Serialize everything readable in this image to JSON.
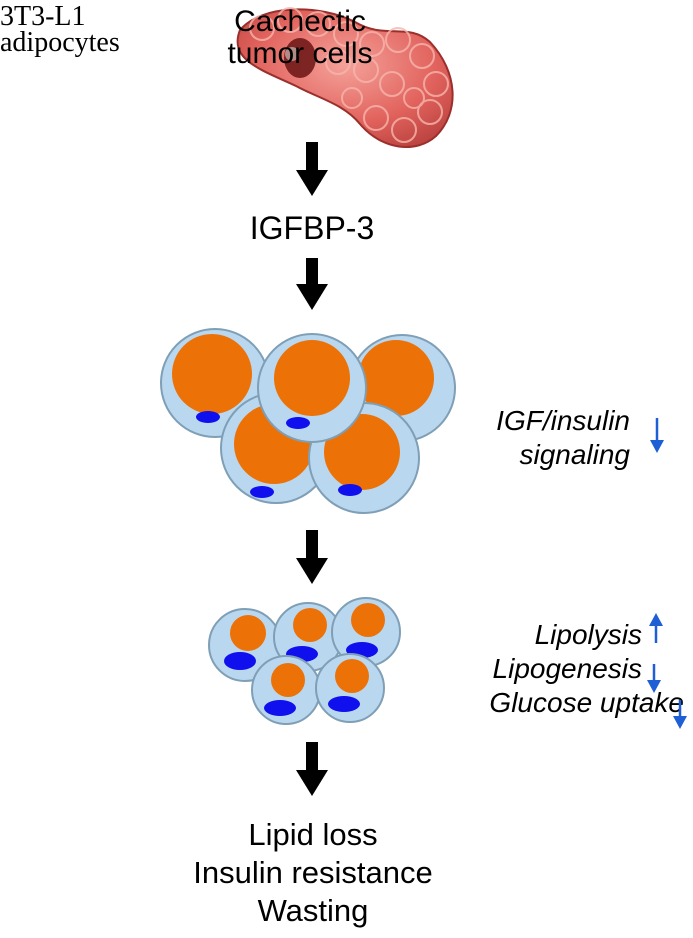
{
  "overlay_label": {
    "line1": "3T3-L1",
    "line2": "adipocytes"
  },
  "source_label": {
    "line1": "Cachectic",
    "line2": "tumor cells"
  },
  "mediator": "IGFBP-3",
  "effects": {
    "signaling": {
      "line1": "IGF/insulin",
      "line2": "signaling",
      "direction": "down"
    },
    "metabolic": [
      {
        "label": "Lipolysis",
        "direction": "up"
      },
      {
        "label": "Lipogenesis",
        "direction": "down"
      },
      {
        "label": "Glucose uptake",
        "direction": "down"
      }
    ]
  },
  "outcomes": [
    "Lipid loss",
    "Insulin resistance",
    "Wasting"
  ],
  "colors": {
    "arrow": "#000000",
    "indicator_arrow": "#1f5fd6",
    "cell_cytoplasm": "#b9d7ef",
    "cell_border": "#7f9fb6",
    "lipid_droplet": "#ec7208",
    "nucleus": "#1010ee",
    "tumor_tissue": "#e2635e"
  }
}
